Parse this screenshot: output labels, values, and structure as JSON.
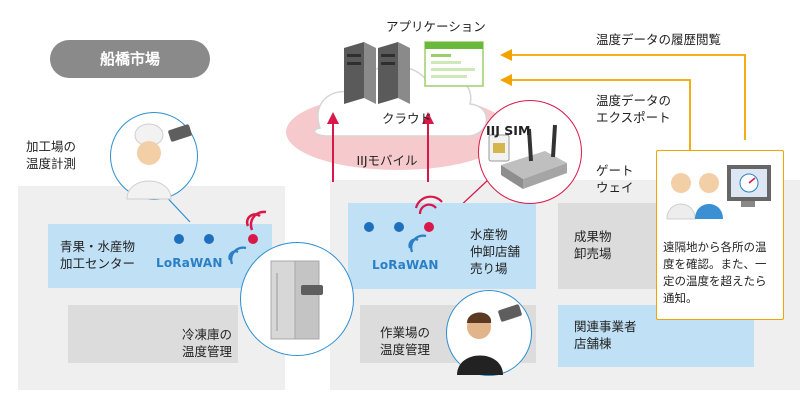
{
  "city_label": "船橋市場",
  "cloud": {
    "label": "クラウド",
    "app_label": "アプリケーション"
  },
  "network": {
    "mobile_label": "IIJモバイル",
    "sim_label": "IIJ SIM",
    "gateway_label": "ゲート\nウェイ"
  },
  "arrows": {
    "history_label": "温度データの履歴閲覧",
    "export_label": "温度データの\nエクスポート"
  },
  "areas": {
    "processing_temp": "加工場の\n温度計測",
    "processing_center": "青果・水産物\n加工センター",
    "marine_wholesale": "水産物\n仲卸店舗\n売り場",
    "produce_wholesale": "成果物\n卸売場",
    "freezer_temp": "冷凍庫の\n温度管理",
    "workplace_temp": "作業場の\n温度管理",
    "related_stores": "関連事業者\n店舗棟"
  },
  "lora_label": "LoRaWAN",
  "monitoring_text": "遠隔地から各所の温度を確認。また、一定の温度を超えたら通知。",
  "colors": {
    "accent_orange": "#f2a300",
    "lora_blue": "#2a7fc5",
    "alert_red": "#d9184a",
    "zone_blue": "#bfe0f5",
    "zone_gray": "#e6e6e6"
  }
}
